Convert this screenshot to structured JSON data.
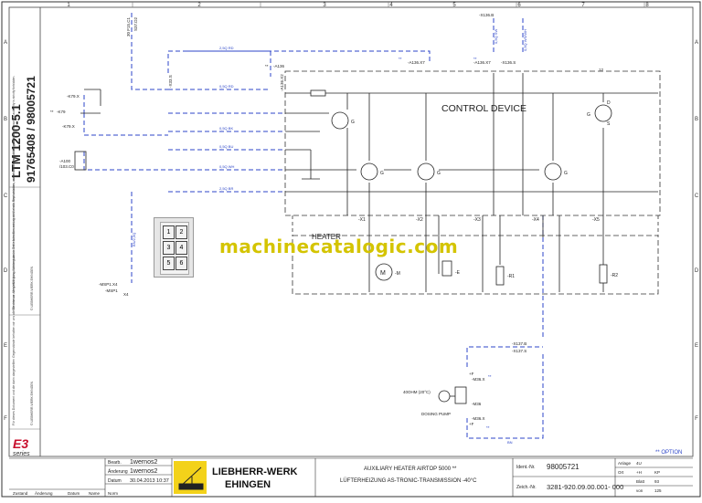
{
  "sheet": {
    "columns": [
      "1",
      "2",
      "3",
      "4",
      "5",
      "6",
      "7",
      "8"
    ],
    "rows": [
      "A",
      "B",
      "C",
      "D",
      "E",
      "F"
    ],
    "side_title": "LTM 1200-5.1",
    "side_numbers": "91765408 / 98005721",
    "copyright_de": "Für dieses Dokument und die darin dargestellten Gegenstände behalten wir uns alle Rechte vor. Vervielfältigung, Weitergabe an Dritte oder Verwertung des Inhalts sind verboten, soweit nicht ausdrücklich gestattet.",
    "copyright_en": "We reserve all rights in this document and in the information contained therein. Reproduction, use or disclosure to third parties without express authority is strictly forbidden.",
    "company_mark": "© LIEBHERR-WERK EHINGEN",
    "e3_logo": "E3",
    "e3_series": "series"
  },
  "diagram": {
    "control_device_label": "CONTROL DEVICE",
    "heater_label": "HEATER",
    "wires": {
      "w1": "2,5Q RD",
      "w2": "0,5Q RD",
      "w3": "0,5Q BK",
      "w4": "0,5Q BU",
      "w5": "0,5Q WH",
      "w6": "2,5Q BR",
      "w7": "0,5Q SW",
      "w8": "0,5Q WS/WH",
      "w9": "BN",
      "w10": "BN/2,5Q"
    },
    "refs": {
      "a136": "-A136",
      "a136x1": "-A136.X1",
      "a136x2": "-A136.X2",
      "a136x7_l": "-A136.X7",
      "a136x7_r": "-A136.X7",
      "x136b": "-X136.B",
      "x136s": "-X136.S",
      "x33": "-X33.S",
      "x79": "-K79",
      "k79x": "-K79.X",
      "k79x2": "-K79.X",
      "a100": "-A100",
      "a100sub": "/103.C0",
      "msp1x4": "-MSP1.X4",
      "msp1": "-MSP1",
      "x4": "X4",
      "s37": "S37.D2",
      "f15": "30 F15.C1",
      "x137b": "-X137.B",
      "x137s": "-X137.S",
      "m36x_top": "-M36.X",
      "m36": "-M36",
      "m36x_bot": "-M36.X",
      "ohm": "40OHM (20°C)",
      "dosing": "DOSING PUMP",
      "m_label": "-M",
      "e_label": "-E",
      "r1": "-R1",
      "r2": "-R2",
      "motor": "M",
      "hx1": "-X1",
      "hx2": "-X2",
      "hx3": "-X3",
      "hx4": "-X4",
      "hx5": "-X5",
      "pin12": "12",
      "pin_f": "+F",
      "pin_f2": "+F",
      "star1": "**",
      "star2": "**",
      "star3": "**",
      "star4": "**",
      "star5": "**",
      "star6": "**",
      "g": "G",
      "d": "D",
      "s": "S"
    },
    "connector_pins": [
      "1",
      "2",
      "3",
      "4",
      "5",
      "6"
    ]
  },
  "option_note": "** OPTION",
  "title_block": {
    "rows": [
      {
        "label": "Bearb.",
        "value": "1wernos2"
      },
      {
        "label": "Änderung",
        "value": "1wernos2"
      },
      {
        "label": "Datum",
        "value": "30.04.2013 10:37"
      }
    ],
    "rev_headers": [
      "Zustand",
      "Änderung",
      "Datum",
      "Name",
      "Norm"
    ],
    "company_line1": "LIEBHERR-WERK",
    "company_line2": "EHINGEN",
    "title_en": "AUXILIARY HEATER AIRTOP 5000 **",
    "title_de": "LÜFTERHEIZUNG AS-TRONIC-TRANSMISSION -40°C",
    "ident_label": "Ident.-Nr.",
    "ident_value": "98005721",
    "drawing_label": "Zeich.-Nr.",
    "drawing_value": "3281-920.09.00.001- 000",
    "anlage_label": "Anlage",
    "anlage_value": "4U",
    "ort_label": "Ort",
    "ort_value": "+H",
    "blatt_label": "Blatt",
    "blatt_value": "93",
    "von_label": "von",
    "von_value": "125",
    "kp_value": "KP"
  },
  "watermark": "machinecatalogic.com"
}
